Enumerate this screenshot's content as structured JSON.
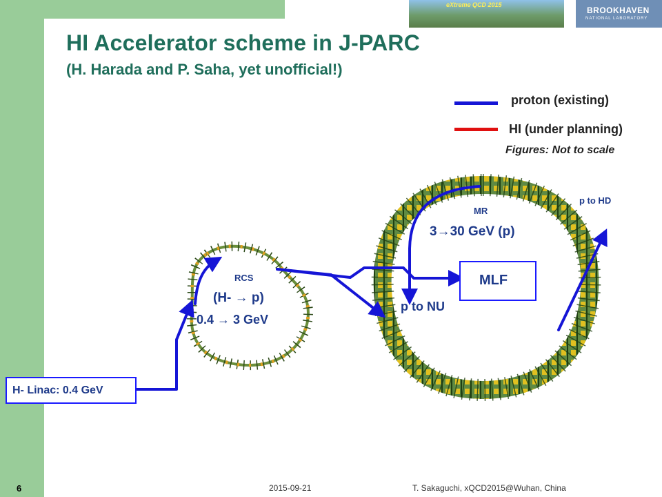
{
  "header": {
    "title": "HI Accelerator scheme in J-PARC",
    "subtitle": "(H. Harada and P. Saha, yet unofficial!)",
    "banner_text": "eXtreme QCD 2015",
    "lab_logo_line1": "BROOKHAVEN",
    "lab_logo_line2": "NATIONAL LABORATORY"
  },
  "legend": {
    "items": [
      {
        "label": "proton (existing)",
        "color": "#1515d6"
      },
      {
        "label": "HI (under planning)",
        "color": "#e01010"
      }
    ],
    "note": "Figures: Not to scale"
  },
  "diagram": {
    "linac_label": "H- Linac: 0.4 GeV",
    "rcs_name": "RCS",
    "rcs_line1": "(H-  → p)",
    "rcs_line2": "0.4  →  3 GeV",
    "mr_name": "MR",
    "mr_energy": "3→30 GeV (p)",
    "mlf_label": "MLF",
    "nu_label": "p to NU",
    "hd_label": "p to HD",
    "beam_color": "#1515d6"
  },
  "footer": {
    "slide_number": "6",
    "date": "2015-09-21",
    "author": "T. Sakaguchi, xQCD2015@Wuhan, China"
  }
}
